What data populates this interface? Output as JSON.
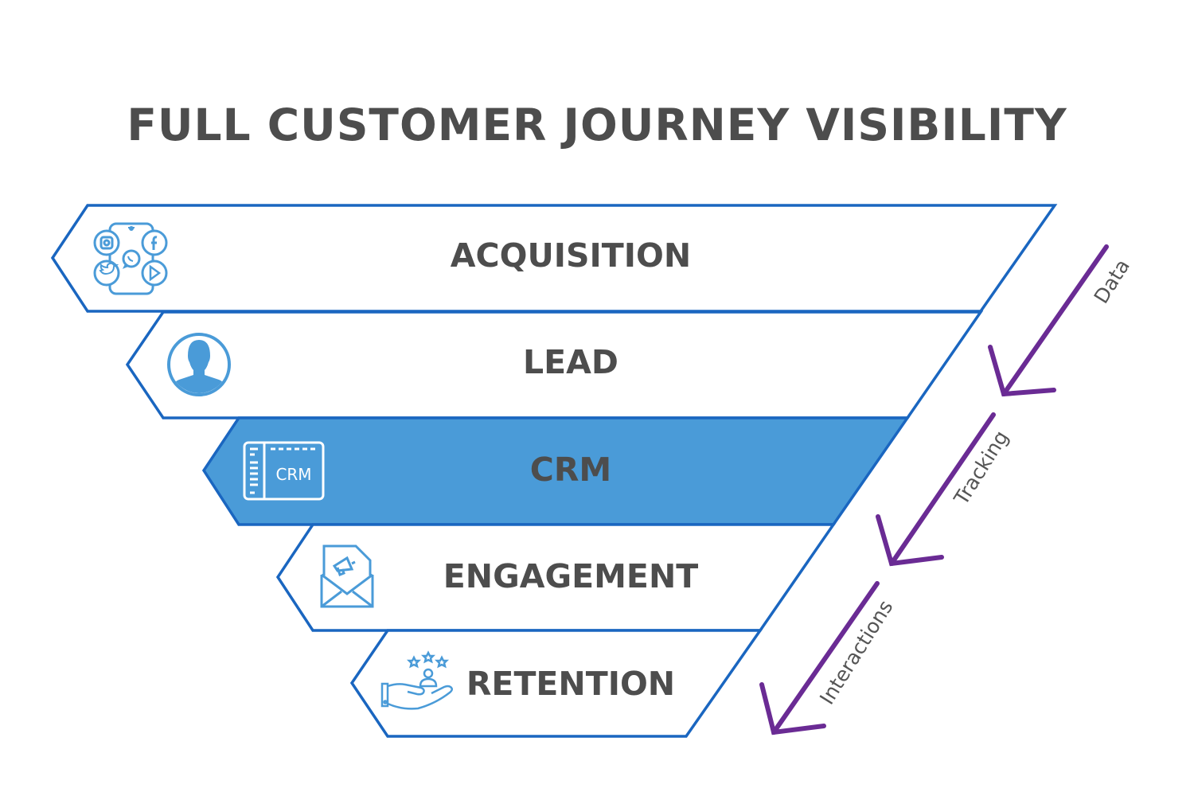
{
  "title": "FULL CUSTOMER JOURNEY VISIBILITY",
  "colors": {
    "outline": "#1a66c0",
    "icon": "#4a9bd8",
    "highlight_fill": "#4a9bd8",
    "text": "#4d4d4d",
    "arrow": "#6a2b94"
  },
  "stages": [
    {
      "label": "ACQUISITION",
      "icon": "social-media-phone-icon",
      "highlighted": false
    },
    {
      "label": "LEAD",
      "icon": "user-profile-icon",
      "highlighted": false
    },
    {
      "label": "CRM",
      "icon": "crm-window-icon",
      "icon_text": "CRM",
      "highlighted": true
    },
    {
      "label": "ENGAGEMENT",
      "icon": "email-megaphone-icon",
      "highlighted": false
    },
    {
      "label": "RETENTION",
      "icon": "hand-user-stars-icon",
      "highlighted": false
    }
  ],
  "flow_arrows": [
    {
      "label": "Data"
    },
    {
      "label": "Tracking"
    },
    {
      "label": "Interactions"
    }
  ]
}
